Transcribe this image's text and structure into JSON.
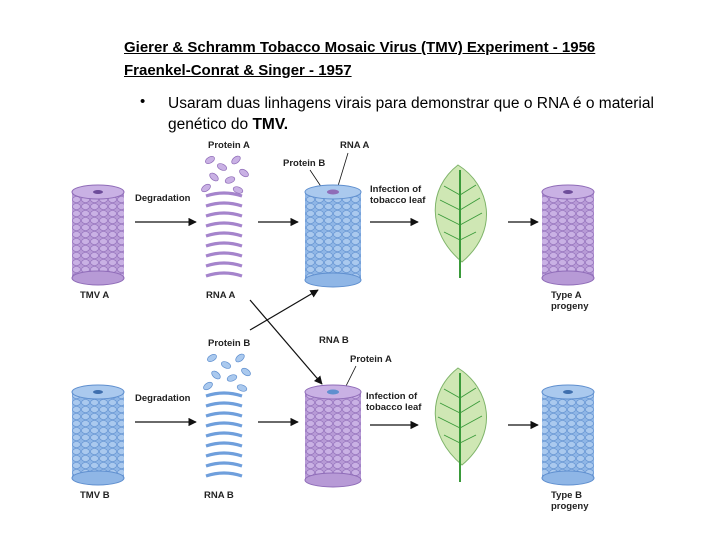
{
  "header": {
    "title1": "Gierer & Schramm Tobacco Mosaic Virus (TMV) Experiment - 1956",
    "title2": "Fraenkel-Conrat & Singer - 1957"
  },
  "bullet": {
    "marker": "•",
    "text": "Usaram duas linhagens virais para demonstrar que o RNA é o material genético do ",
    "emphasis": "TMV."
  },
  "diagram": {
    "top_row": {
      "virus_label": "TMV A",
      "step_label": "Degradation",
      "protein_label": "Protein A",
      "rna_label": "RNA A",
      "recon_protein_label": "Protein B",
      "recon_rna_label": "RNA A",
      "infection_label_1": "Infection of",
      "infection_label_2": "tobacco leaf",
      "progeny_label_1": "Type A",
      "progeny_label_2": "progeny"
    },
    "bottom_row": {
      "virus_label": "TMV B",
      "step_label": "Degradation",
      "protein_label": "Protein B",
      "rna_label": "RNA B",
      "recon_protein_label": "Protein A",
      "recon_rna_label": "RNA B",
      "infection_label_1": "Infection of",
      "infection_label_2": "tobacco leaf",
      "progeny_label_1": "Type B",
      "progeny_label_2": "progeny"
    },
    "colors": {
      "purple": "#b79ad6",
      "purple_dark": "#8f6cb8",
      "blue": "#8fb6e6",
      "blue_dark": "#5f8fcf",
      "leaf": "#cfe7b4",
      "leaf_vein": "#3a9a3a"
    }
  }
}
